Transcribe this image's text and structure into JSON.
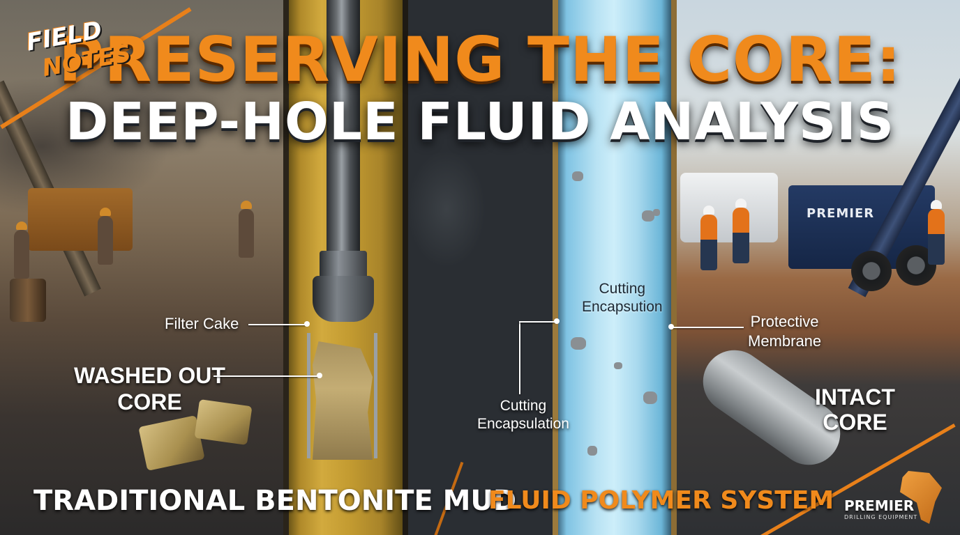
{
  "badge": {
    "line1": "FIELD",
    "line2": "NOTES"
  },
  "title": {
    "line1": "PRESERVING THE CORE:",
    "line2": "DEEP-HOLE FLUID ANALYSIS"
  },
  "left": {
    "filter_cake": "Filter Cake",
    "washed_out_line1": "WASHED OUT",
    "washed_out_line2": "CORE",
    "caption": "TRADITIONAL BENTONITE MUD"
  },
  "right": {
    "cutting_top_line1": "Cutting",
    "cutting_top_line2": "Encapsution",
    "cutting_bottom_line1": "Cutting",
    "cutting_bottom_line2": "Encapsulation",
    "protective_line1": "Protective",
    "protective_line2": "Membrane",
    "intact_line1": "INTACT",
    "intact_line2": "CORE",
    "caption": "FLUID POLYMER SYSTEM"
  },
  "truck": {
    "logo": "PREMIER"
  },
  "brand": {
    "name": "PREMIER",
    "sub": "DRILLING EQUIPMENT"
  },
  "colors": {
    "accent": "#f08a1c",
    "title_white": "#ffffff",
    "mud": "#c29a30",
    "polymer": "#b8e2f3"
  },
  "icons": {
    "logo": "africa-map-icon"
  }
}
